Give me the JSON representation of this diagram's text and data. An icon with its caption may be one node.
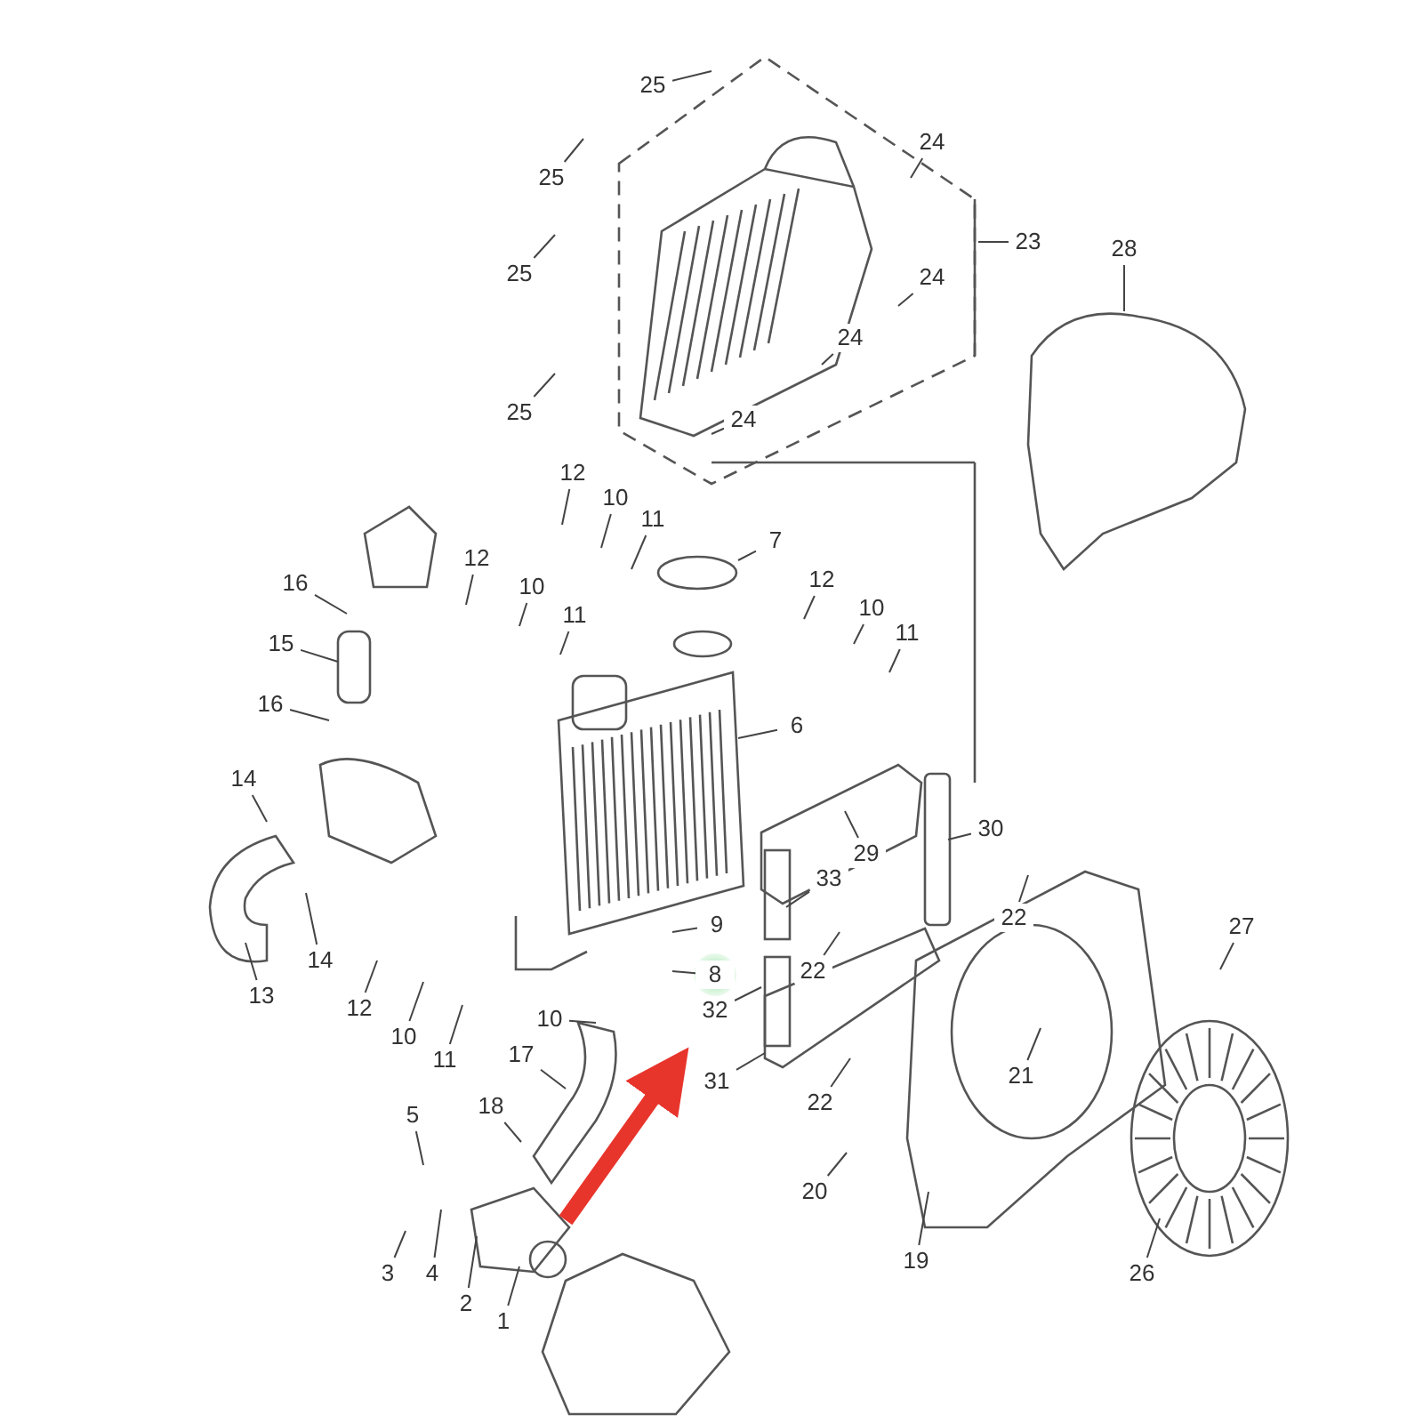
{
  "diagram": {
    "nodes": [
      {
        "text": [
          "25"
        ]
      },
      {
        "text": [
          "24"
        ]
      },
      {
        "text": [
          "25"
        ]
      },
      {
        "text": [
          "23"
        ]
      },
      {
        "text": [
          "28"
        ]
      },
      {
        "text": [
          "25"
        ]
      },
      {
        "text": [
          "24"
        ]
      },
      {
        "text": [
          "24"
        ]
      },
      {
        "text": [
          "25"
        ]
      },
      {
        "text": [
          "24"
        ]
      },
      {
        "text": [
          "12"
        ]
      },
      {
        "text": [
          "10"
        ]
      },
      {
        "text": [
          "11"
        ]
      },
      {
        "text": [
          "7"
        ]
      },
      {
        "text": [
          "16"
        ]
      },
      {
        "text": [
          "12"
        ]
      },
      {
        "text": [
          "10"
        ]
      },
      {
        "text": [
          "11"
        ]
      },
      {
        "text": [
          "12"
        ]
      },
      {
        "text": [
          "10"
        ]
      },
      {
        "text": [
          "11"
        ]
      },
      {
        "text": [
          "15"
        ]
      },
      {
        "text": [
          "16"
        ]
      },
      {
        "text": [
          "6"
        ]
      },
      {
        "text": [
          "14"
        ]
      },
      {
        "text": [
          "29"
        ]
      },
      {
        "text": [
          "30"
        ]
      },
      {
        "text": [
          "33"
        ]
      },
      {
        "text": [
          "9"
        ]
      },
      {
        "text": [
          "22"
        ]
      },
      {
        "text": [
          "27"
        ]
      },
      {
        "text": [
          "14"
        ]
      },
      {
        "text": [
          "8"
        ]
      },
      {
        "text": [
          "22"
        ]
      },
      {
        "text": [
          "13"
        ]
      },
      {
        "text": [
          "32"
        ]
      },
      {
        "text": [
          "12"
        ]
      },
      {
        "text": [
          "10"
        ]
      },
      {
        "text": [
          "10"
        ]
      },
      {
        "text": [
          "11"
        ]
      },
      {
        "text": [
          "17"
        ]
      },
      {
        "text": [
          "21"
        ]
      },
      {
        "text": [
          "31"
        ]
      },
      {
        "text": [
          "18"
        ]
      },
      {
        "text": [
          "22"
        ]
      },
      {
        "text": [
          "5"
        ]
      },
      {
        "text": [
          "20"
        ]
      },
      {
        "text": [
          "19"
        ]
      },
      {
        "text": [
          "3"
        ]
      },
      {
        "text": [
          "4"
        ]
      },
      {
        "text": [
          "26"
        ]
      },
      {
        "text": [
          "2"
        ]
      },
      {
        "text": [
          "1"
        ]
      }
    ],
    "edges": [
      {
        "from": 0,
        "to": null,
        "arrow": "none"
      },
      {
        "from": 1,
        "to": null,
        "arrow": "none"
      },
      {
        "from": 2,
        "to": null,
        "arrow": "none"
      },
      {
        "from": 3,
        "to": null,
        "arrow": "none"
      },
      {
        "from": 4,
        "to": null,
        "arrow": "none"
      },
      {
        "from": 5,
        "to": null,
        "arrow": "none"
      },
      {
        "from": 6,
        "to": null,
        "arrow": "none"
      },
      {
        "from": 7,
        "to": null,
        "arrow": "none"
      },
      {
        "from": 8,
        "to": null,
        "arrow": "none"
      },
      {
        "from": 9,
        "to": null,
        "arrow": "none"
      },
      {
        "from": 10,
        "to": null,
        "arrow": "none"
      },
      {
        "from": 11,
        "to": null,
        "arrow": "none"
      },
      {
        "from": 12,
        "to": null,
        "arrow": "none"
      },
      {
        "from": 13,
        "to": null,
        "arrow": "none"
      },
      {
        "from": 14,
        "to": null,
        "arrow": "none"
      },
      {
        "from": 15,
        "to": null,
        "arrow": "none"
      },
      {
        "from": 16,
        "to": null,
        "arrow": "none"
      },
      {
        "from": 17,
        "to": null,
        "arrow": "none"
      },
      {
        "from": 18,
        "to": null,
        "arrow": "none"
      },
      {
        "from": 19,
        "to": null,
        "arrow": "none"
      },
      {
        "from": 20,
        "to": null,
        "arrow": "none"
      },
      {
        "from": 21,
        "to": null,
        "arrow": "none"
      },
      {
        "from": 22,
        "to": null,
        "arrow": "none"
      },
      {
        "from": 23,
        "to": null,
        "arrow": "none"
      },
      {
        "from": 24,
        "to": null,
        "arrow": "none"
      },
      {
        "from": 25,
        "to": null,
        "arrow": "none"
      },
      {
        "from": 26,
        "to": null,
        "arrow": "none"
      },
      {
        "from": 27,
        "to": null,
        "arrow": "none"
      },
      {
        "from": 28,
        "to": null,
        "arrow": "none"
      },
      {
        "from": 29,
        "to": null,
        "arrow": "none"
      },
      {
        "from": 30,
        "to": null,
        "arrow": "none"
      },
      {
        "from": 31,
        "to": null,
        "arrow": "none"
      },
      {
        "from": 32,
        "to": null,
        "arrow": "none"
      },
      {
        "from": 33,
        "to": null,
        "arrow": "none"
      },
      {
        "from": 34,
        "to": null,
        "arrow": "none"
      },
      {
        "from": 35,
        "to": null,
        "arrow": "none"
      },
      {
        "from": 36,
        "to": null,
        "arrow": "none"
      },
      {
        "from": 37,
        "to": null,
        "arrow": "none"
      },
      {
        "from": 38,
        "to": null,
        "arrow": "none"
      },
      {
        "from": 39,
        "to": null,
        "arrow": "none"
      },
      {
        "from": 40,
        "to": null,
        "arrow": "none"
      },
      {
        "from": 41,
        "to": null,
        "arrow": "none"
      },
      {
        "from": 42,
        "to": null,
        "arrow": "none"
      },
      {
        "from": 43,
        "to": null,
        "arrow": "none"
      },
      {
        "from": 44,
        "to": null,
        "arrow": "none"
      },
      {
        "from": 45,
        "to": null,
        "arrow": "none"
      },
      {
        "from": 46,
        "to": null,
        "arrow": "none"
      },
      {
        "from": 47,
        "to": null,
        "arrow": "none"
      },
      {
        "from": 48,
        "to": null,
        "arrow": "none"
      },
      {
        "from": 49,
        "to": null,
        "arrow": "none"
      },
      {
        "from": 50,
        "to": null,
        "arrow": "none"
      },
      {
        "from": 51,
        "to": null,
        "arrow": "none"
      },
      {
        "from": 52,
        "to": null,
        "arrow": "none"
      },
      {
        "from": null,
        "to": 35,
        "arrow": "to",
        "style": "thick",
        "color": "#e8352c"
      }
    ]
  }
}
